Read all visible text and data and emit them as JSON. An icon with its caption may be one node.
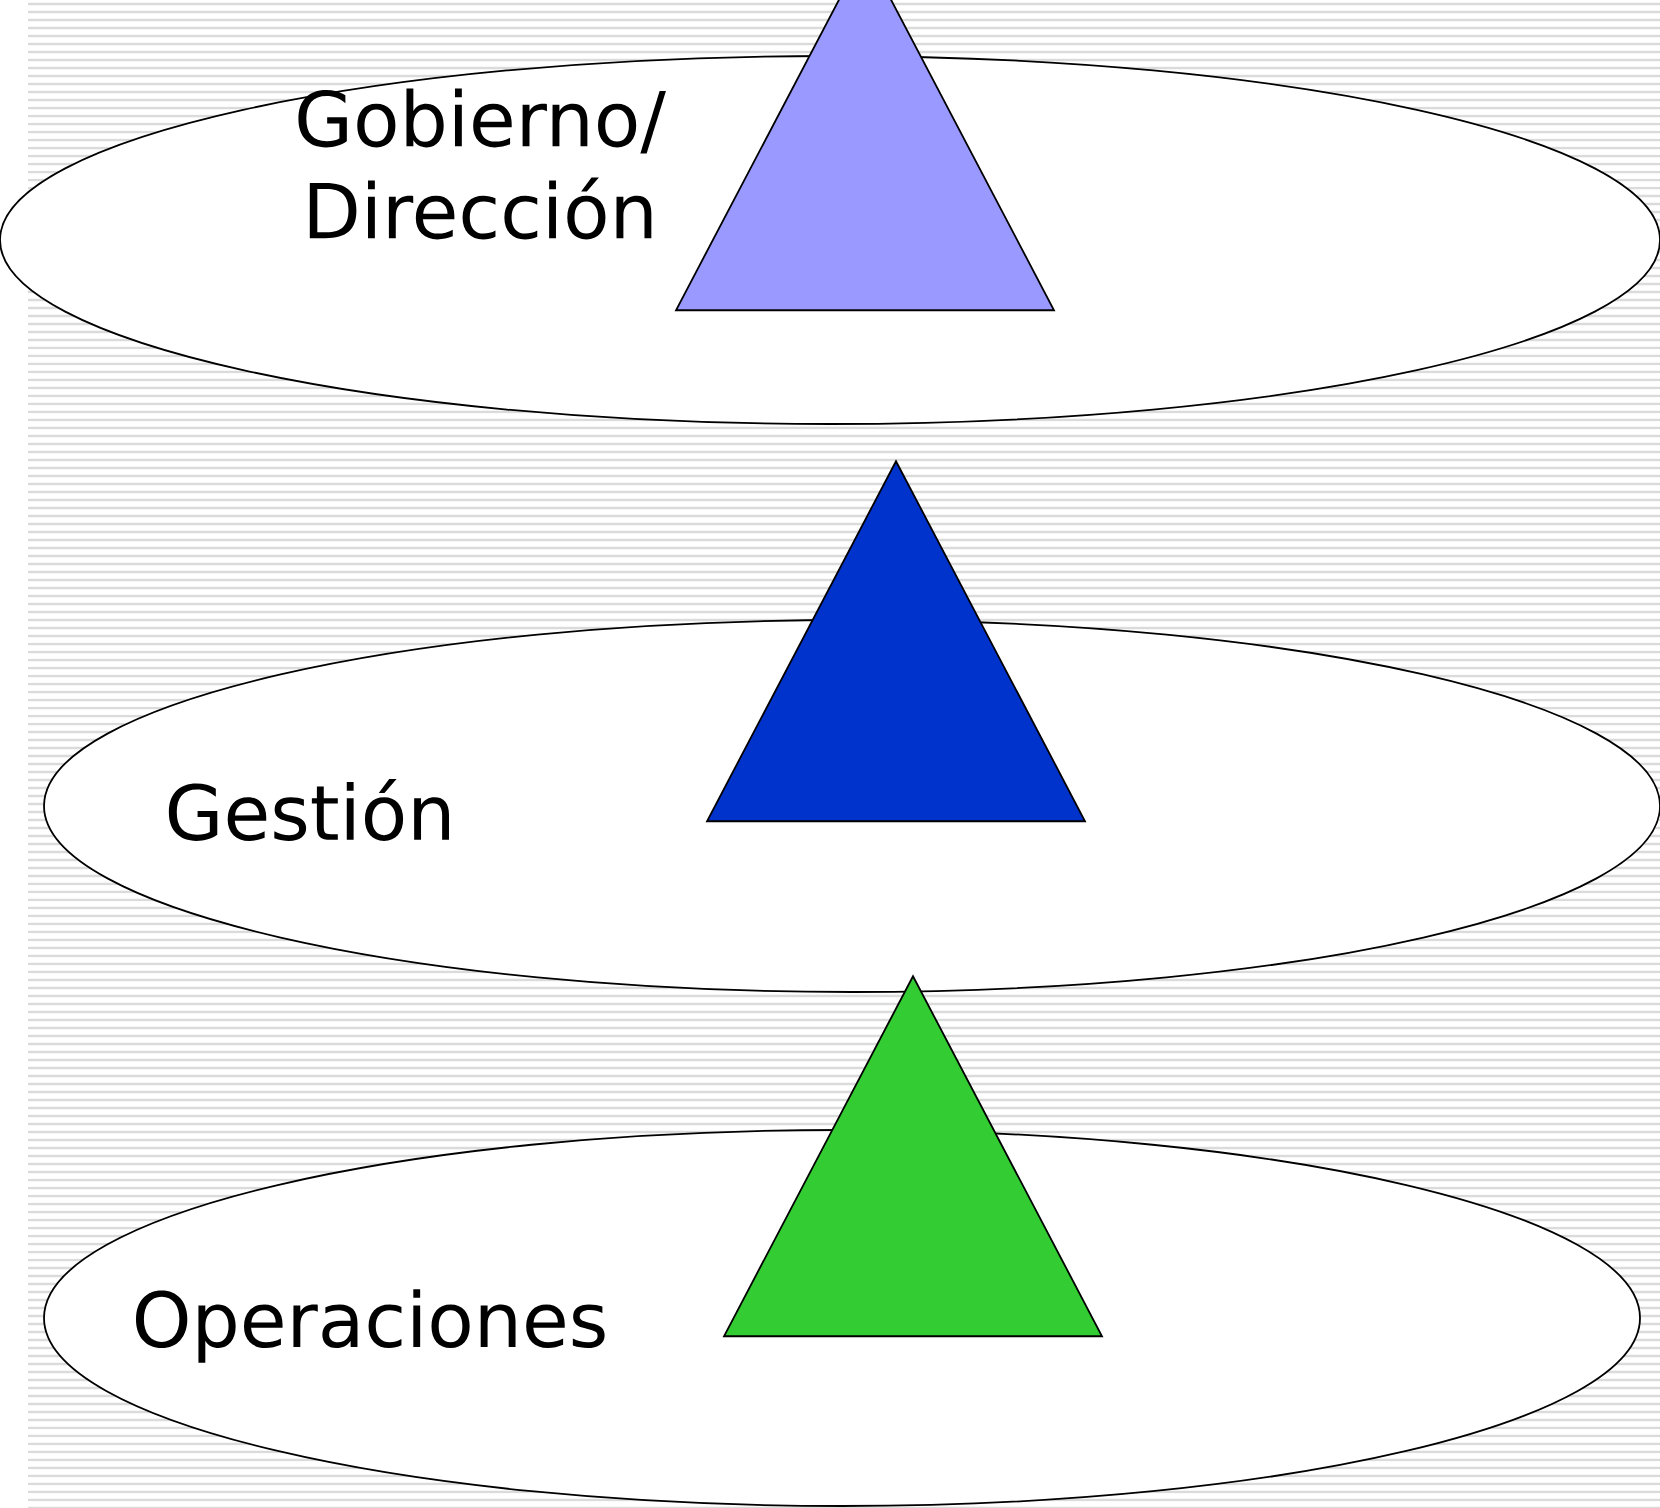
{
  "diagram": {
    "nodes": [
      {
        "text": [
          "Gobierno/ Dirección"
        ]
      },
      {
        "text": [],
        "shape": "triangle"
      },
      {
        "text": [
          "Gestión"
        ]
      },
      {
        "text": [],
        "shape": "triangle"
      },
      {
        "text": [
          "Operaciones"
        ]
      },
      {
        "text": [],
        "shape": "triangle"
      }
    ]
  }
}
